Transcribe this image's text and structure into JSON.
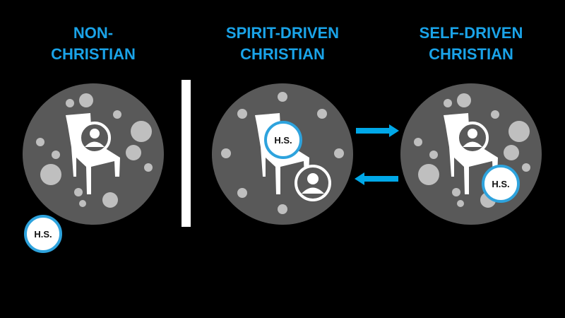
{
  "columns": [
    {
      "title_line1": "NON-",
      "title_line2": "CHRISTIAN"
    },
    {
      "title_line1": "SPIRIT-DRIVEN",
      "title_line2": "CHRISTIAN"
    },
    {
      "title_line1": "SELF-DRIVEN",
      "title_line2": "CHRISTIAN"
    }
  ],
  "holy_spirit_label": "H.S.",
  "colors": {
    "accent": "#1aa3e8",
    "circle": "#595959",
    "dot": "#bfbfbf"
  }
}
